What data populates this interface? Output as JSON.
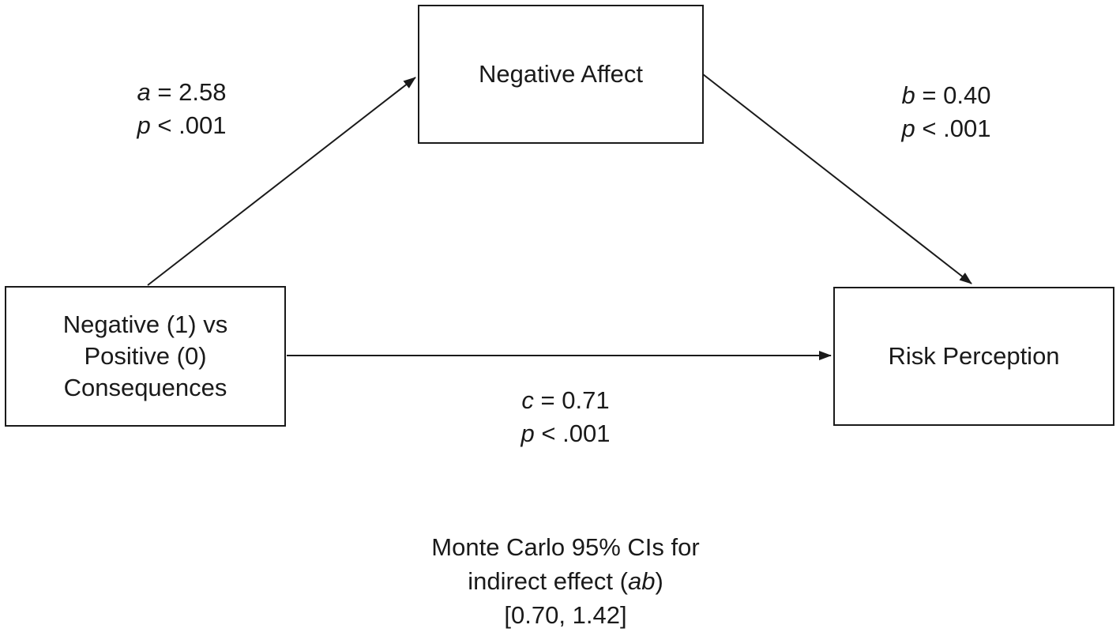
{
  "diagram": {
    "type": "mediation-path-diagram",
    "boxes": {
      "mediator": {
        "label": "Negative Affect"
      },
      "predictor": {
        "lines": [
          "Negative (1) vs",
          "Positive (0)",
          "Consequences"
        ]
      },
      "outcome": {
        "label": "Risk Perception"
      }
    },
    "paths": {
      "a": {
        "var": "a",
        "eq": " = 2.58",
        "p_var": "p",
        "p_eq": " < .001"
      },
      "b": {
        "var": "b",
        "eq": " = 0.40",
        "p_var": "p",
        "p_eq": " < .001"
      },
      "c": {
        "var": "c",
        "eq": " = 0.71",
        "p_var": "p",
        "p_eq": " < .001"
      }
    },
    "caption": {
      "line1": "Monte Carlo 95% CIs for",
      "line2_prefix": "indirect effect (",
      "line2_italic": "ab",
      "line2_suffix": ")",
      "line3": "[0.70, 1.42]"
    },
    "colors": {
      "line": "#1a1a1a",
      "text": "#1a1a1a",
      "background": "#ffffff"
    }
  }
}
